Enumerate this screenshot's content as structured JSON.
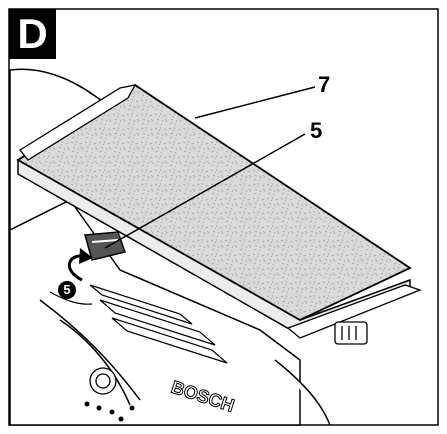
{
  "figure": {
    "panel_letter": "D",
    "callouts": [
      "7",
      "5"
    ],
    "step_marker": "5",
    "brand_text": "BOSCH"
  }
}
